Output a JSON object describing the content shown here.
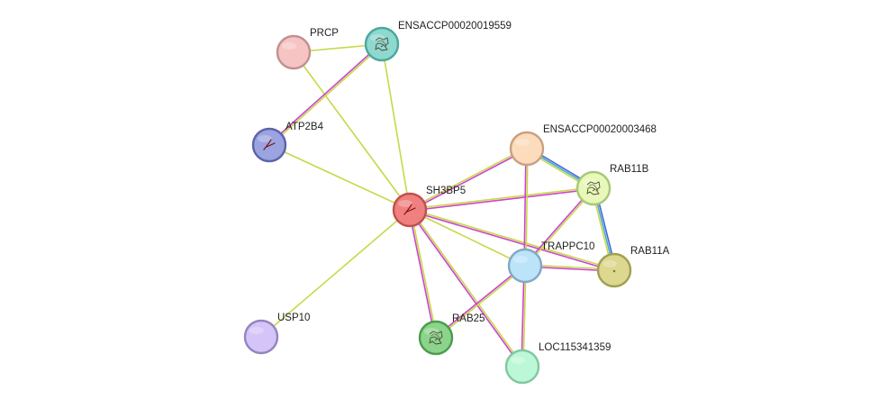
{
  "network": {
    "nodes": [
      {
        "id": "SH3BP5",
        "label": "SH3BP5",
        "fill": "#f08080",
        "stroke": "#c0504d",
        "highlight": true,
        "glyph": "structure-small"
      },
      {
        "id": "PRCP",
        "label": "PRCP",
        "fill": "#f7c4c4",
        "stroke": "#c09090",
        "glyph": ""
      },
      {
        "id": "ENSACCP00020019559",
        "label": "ENSACCP00020019559",
        "fill": "#8ed8d0",
        "stroke": "#4aa89c",
        "glyph": "structure"
      },
      {
        "id": "ATP2B4",
        "label": "ATP2B4",
        "fill": "#9ba4e0",
        "stroke": "#5c64a8",
        "glyph": "structure-small"
      },
      {
        "id": "ENSACCP00020003468",
        "label": "ENSACCP00020003468",
        "fill": "#fcdcbc",
        "stroke": "#c8a080",
        "glyph": ""
      },
      {
        "id": "RAB11B",
        "label": "RAB11B",
        "fill": "#e8f8b8",
        "stroke": "#a8c878",
        "glyph": "structure"
      },
      {
        "id": "RAB11A",
        "label": "RAB11A",
        "fill": "#dcd890",
        "stroke": "#a0a050",
        "glyph": "dot"
      },
      {
        "id": "TRAPPC10",
        "label": "TRAPPC10",
        "fill": "#bce4f8",
        "stroke": "#80a8c8",
        "glyph": ""
      },
      {
        "id": "RAB25",
        "label": "RAB25",
        "fill": "#8cd48c",
        "stroke": "#4c9c4c",
        "glyph": "structure"
      },
      {
        "id": "LOC115341359",
        "label": "LOC115341359",
        "fill": "#bcf8d8",
        "stroke": "#80c8a0",
        "glyph": ""
      },
      {
        "id": "USP10",
        "label": "USP10",
        "fill": "#d4c4f8",
        "stroke": "#9484c0",
        "glyph": ""
      }
    ],
    "edges": [
      {
        "source": "PRCP",
        "target": "ENSACCP00020019559",
        "colors": [
          "#c8d848"
        ]
      },
      {
        "source": "PRCP",
        "target": "SH3BP5",
        "colors": [
          "#c8d848"
        ]
      },
      {
        "source": "ENSACCP00020019559",
        "target": "ATP2B4",
        "colors": [
          "#c8d848",
          "#cc44cc"
        ]
      },
      {
        "source": "ENSACCP00020019559",
        "target": "SH3BP5",
        "colors": [
          "#c8d848"
        ]
      },
      {
        "source": "ATP2B4",
        "target": "SH3BP5",
        "colors": [
          "#c8d848"
        ]
      },
      {
        "source": "USP10",
        "target": "SH3BP5",
        "colors": [
          "#c8d848"
        ]
      },
      {
        "source": "SH3BP5",
        "target": "ENSACCP00020003468",
        "colors": [
          "#c8d848",
          "#cc44cc"
        ]
      },
      {
        "source": "SH3BP5",
        "target": "RAB11B",
        "colors": [
          "#c8d848",
          "#cc44cc"
        ]
      },
      {
        "source": "SH3BP5",
        "target": "TRAPPC10",
        "colors": [
          "#c8d848"
        ]
      },
      {
        "source": "SH3BP5",
        "target": "RAB11A",
        "colors": [
          "#c8d848",
          "#cc44cc"
        ]
      },
      {
        "source": "SH3BP5",
        "target": "RAB25",
        "colors": [
          "#c8d848",
          "#cc44cc"
        ]
      },
      {
        "source": "SH3BP5",
        "target": "LOC115341359",
        "colors": [
          "#c8d848",
          "#cc44cc"
        ]
      },
      {
        "source": "ENSACCP00020003468",
        "target": "RAB11B",
        "colors": [
          "#4466dd",
          "#44aacc",
          "#c8d848"
        ]
      },
      {
        "source": "ENSACCP00020003468",
        "target": "TRAPPC10",
        "colors": [
          "#c8d848",
          "#cc44cc"
        ]
      },
      {
        "source": "RAB11B",
        "target": "RAB11A",
        "colors": [
          "#4466dd",
          "#44aacc",
          "#c8d848"
        ]
      },
      {
        "source": "RAB11B",
        "target": "TRAPPC10",
        "colors": [
          "#c8d848",
          "#cc44cc"
        ]
      },
      {
        "source": "TRAPPC10",
        "target": "RAB11A",
        "colors": [
          "#c8d848",
          "#cc44cc"
        ]
      },
      {
        "source": "TRAPPC10",
        "target": "RAB25",
        "colors": [
          "#c8d848",
          "#cc44cc"
        ]
      },
      {
        "source": "TRAPPC10",
        "target": "LOC115341359",
        "colors": [
          "#c8d848",
          "#cc44cc"
        ]
      }
    ]
  }
}
